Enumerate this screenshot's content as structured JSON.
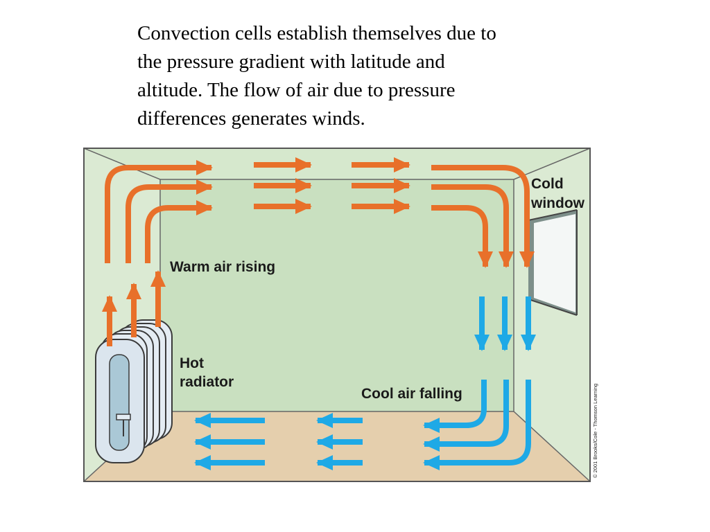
{
  "caption": {
    "lines": [
      "Convection cells establish themselves due to",
      "the pressure gradient with latitude and",
      "altitude. The flow of air due to pressure",
      "differences generates winds."
    ]
  },
  "diagram": {
    "labels": {
      "cold_window_line1": "Cold",
      "cold_window_line2": "window",
      "warm_air": "Warm air rising",
      "hot_radiator_line1": "Hot",
      "hot_radiator_line2": "radiator",
      "cool_air": "Cool air falling"
    },
    "credit": "© 2001 Brooks/Cole - Thomson Learning"
  },
  "colors": {
    "warm_arrow": "#e8702a",
    "cool_arrow": "#1ea9e6",
    "wall": "#cfe3c6",
    "side_wall": "#dbead3",
    "floor": "#e5cfad",
    "radiator": "#dbe5ee"
  }
}
